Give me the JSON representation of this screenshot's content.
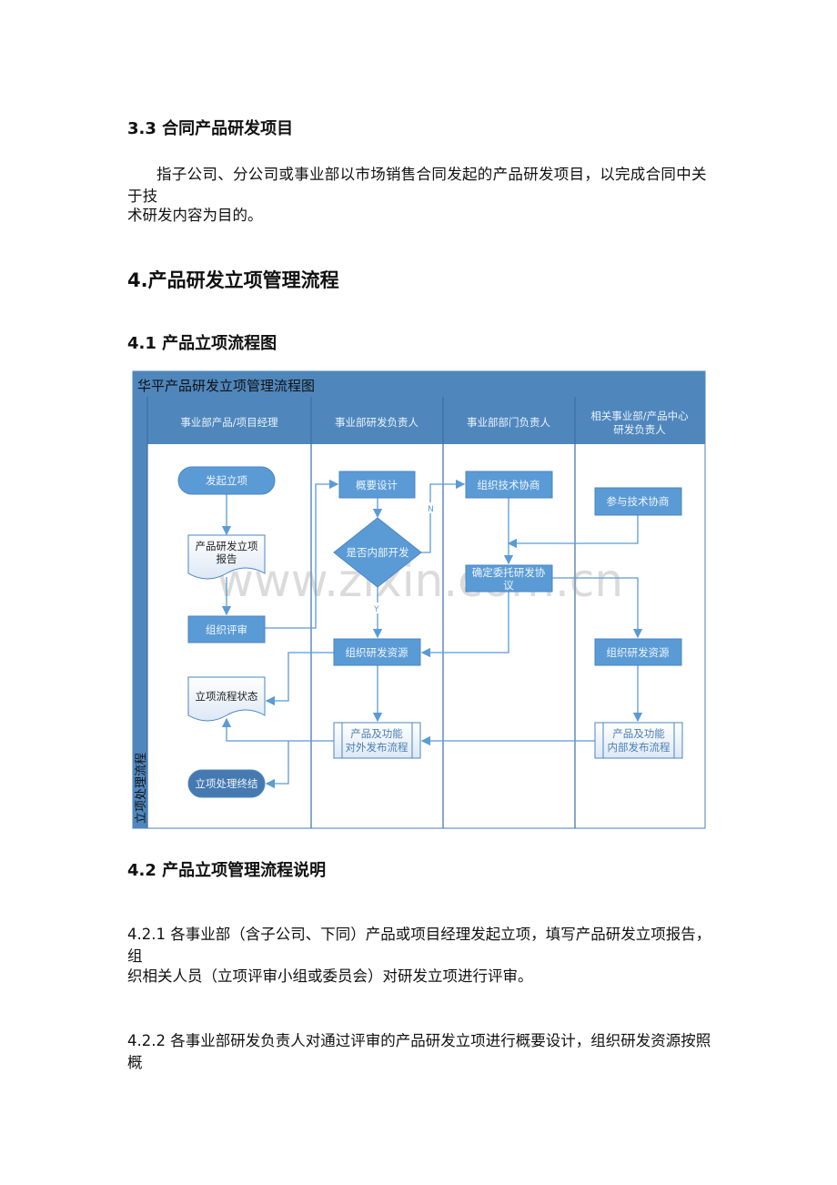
{
  "sec33": {
    "title": "3.3  合同产品研发项目",
    "line1": "指子公司、分公司或事业部以市场销售合同发起的产品研发项目，以完成合同中关于技",
    "line2": "术研发内容为目的。"
  },
  "sec4": {
    "title": "4.产品研发立项管理流程"
  },
  "sec41": {
    "title": "4.1  产品立项流程图"
  },
  "flow": {
    "title": "华平产品研发立项管理流程图",
    "band": "立项处理流程",
    "lanes": [
      "事业部产品/项目经理",
      "事业部研发负责人",
      "事业部部门负责人",
      "相关事业部/产品中心",
      "研发负责人"
    ],
    "nodes": {
      "start": "发起立项",
      "report1": "产品研发立项",
      "report2": "报告",
      "review": "组织评审",
      "design": "概要设计",
      "decision": "是否内部开发",
      "tech": "组织技术协商",
      "join": "参与技术协商",
      "agree1": "确定委托研发协",
      "agree2": "议",
      "res1": "组织研发资源",
      "res2": "组织研发资源",
      "status": "立项流程状态",
      "ext1": "产品及功能",
      "ext2": "对外发布流程",
      "int1": "产品及功能",
      "int2": "内部发布流程",
      "end": "立项处理终结"
    },
    "labels": {
      "no": "N",
      "yes": "Y"
    },
    "watermark": "www.zixin.com.cn"
  },
  "sec42": {
    "title": "4.2  产品立项管理流程说明"
  },
  "p421": {
    "line1": "4.2.1  各事业部（含子公司、下同）产品或项目经理发起立项，填写产品研发立项报告，组",
    "line2": "织相关人员（立项评审小组或委员会）对研发立项进行评审。"
  },
  "p422": {
    "line1": "4.2.2  各事业部研发负责人对通过评审的产品研发立项进行概要设计，组织研发资源按照概"
  }
}
